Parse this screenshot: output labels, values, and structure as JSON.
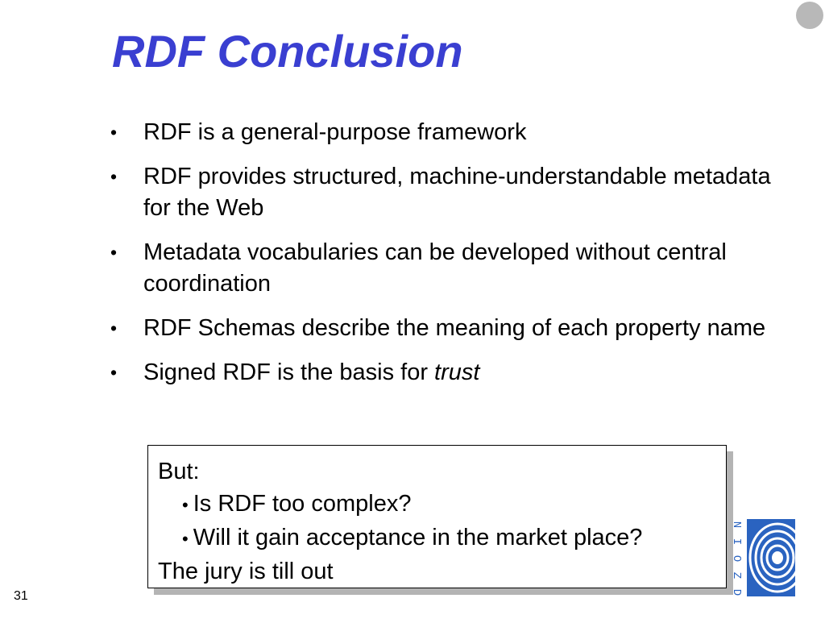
{
  "slide": {
    "title": "RDF Conclusion",
    "bullets": [
      {
        "text": "RDF is a general-purpose framework"
      },
      {
        "text": "RDF provides structured, machine-understandable metadata for the Web"
      },
      {
        "text": "Metadata vocabularies can be developed without central coordination"
      },
      {
        "text": "RDF Schemas describe the meaning of each property name"
      },
      {
        "text": "Signed RDF is the basis for ",
        "emphasis": "trust"
      }
    ],
    "bullet_symbol": "•",
    "callout": {
      "heading": "But:",
      "items": [
        "Is RDF too complex?",
        "Will it gain acceptance in the market place?"
      ],
      "footer": "The jury is till out"
    },
    "page_number": "31",
    "logo": {
      "letters": [
        "N",
        "I",
        "O",
        "Z",
        "D"
      ],
      "color": "#2a63c0"
    },
    "colors": {
      "title": "#3a3fd1",
      "corner_dot": "#b8b8b8",
      "callout_shadow": "#b4b4b4"
    }
  }
}
